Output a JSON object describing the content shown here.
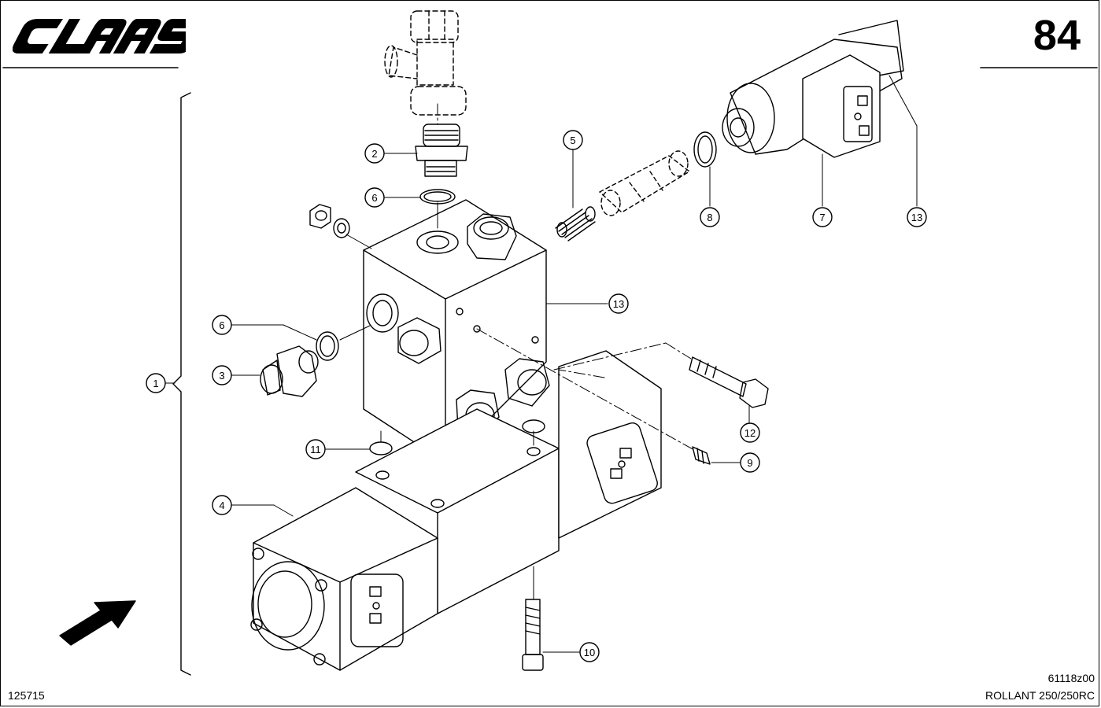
{
  "brand": "CLAAS",
  "page_number": "84",
  "document_ref": "125715",
  "drawing_id": "61118z00",
  "model": "ROLLANT 250/250RC",
  "callouts": [
    "1",
    "2",
    "3",
    "4",
    "5",
    "6",
    "6",
    "7",
    "8",
    "9",
    "10",
    "11",
    "12",
    "13",
    "13"
  ]
}
